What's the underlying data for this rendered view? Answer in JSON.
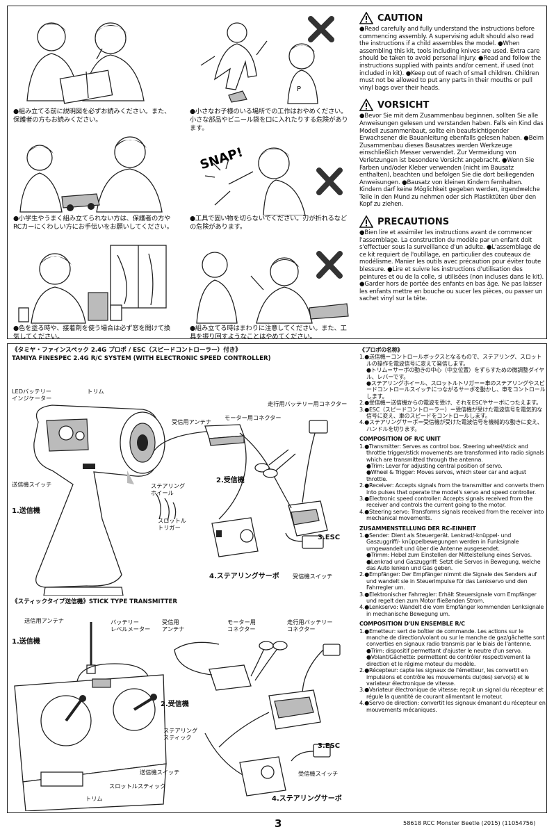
{
  "safety_jp": [
    "●組み立てる前に説明図を必ずお読みください。また、保護者の方もお読みください。",
    "●小さなお子様のいる場所での工作はおやめください。小さな部品やビニール袋を口に入れたりする危険があります。",
    "●小学生やうまく組み立てられない方は、保護者の方やRCカーにくわしい方にお手伝いをお願いしてください。",
    "●工具で固い物を切らないでください。刃が折れるなどの危険があります。",
    "●色を塗る時や、接着剤を使う場合は必ず窓を開けて換気してください。",
    "●組み立てる時はまわりに注意してください。また、工具を振り回すようなことはやめてください。"
  ],
  "snap_text": "SNAP!",
  "caution": {
    "title": "CAUTION",
    "text": "●Read carefully and fully understand the instructions before commencing assembly. A supervising adult should also read the instructions if a child assembles the model. ●When assembling this kit, tools including knives are used. Extra care should be taken to avoid personal injury. ●Read and follow the instructions supplied with paints and/or cement, if used (not included in kit). ●Keep out of reach of small children. Children must not be allowed to put any parts in their mouths or pull vinyl bags over their heads."
  },
  "vorsicht": {
    "title": "VORSICHT",
    "text": "●Bevor Sie mit dem Zusammenbau beginnen, sollten Sie alle Anweisungen gelesen und verstanden haben. Falls ein Kind das Modell zusammenbaut, sollte ein beaufsichtigender Erwachsener die Bauanleitung ebenfalls gelesen haben. ●Beim Zusammenbau dieses Bausatzes werden Werkzeuge einschließlich Messer verwendet. Zur Vermeidung von Verletzungen ist besondere Vorsicht angebracht. ●Wenn Sie Farben und/oder Kleber verwenden (nicht im Bausatz enthalten), beachten und befolgen Sie die dort beiliegenden Anweisungen. ●Bausatz von kleinen Kindern fernhalten. Kindern darf keine Möglichkeit gegeben werden, irgendwelche Teile in den Mund zu nehmen oder sich Plastiktüten über den Kopf zu ziehen."
  },
  "precautions": {
    "title": "PRECAUTIONS",
    "text": "●Bien lire et assimiler les instructions avant de commencer l'assemblage. La construction du modèle par un enfant doit s'effectuer sous la surveillance d'un adulte. ●L'assemblage de ce kit requiert de l'outillage, en particulier des couteaux de modélisme. Manier les outils avec précaution pour éviter toute blessure. ●Lire et suivre les instructions d'utilisation des peintures et ou de la colle, si utilisées (non incluses dans le kit). ●Garder hors de portée des enfants en bas âge. Ne pas laisser les enfants mettre en bouche ou sucer les pièces, ou passer un sachet vinyl sur la tête."
  },
  "system1": {
    "title_jp": "《タミヤ・ファインスペック 2.4G プロポ / ESC（スピードコントローラー）付き》",
    "title_en": "TAMIYA FINESPEC 2.4G R/C SYSTEM (WITH ELECTRONIC SPEED CONTROLLER)",
    "labels": {
      "led": "LEDバッテリー\nインジケーター",
      "trim": "トリム",
      "antenna": "受信用アンテナ",
      "motor": "モーター用コネクター",
      "battery": "走行用バッテリー用コネクター",
      "wheel": "ステアリング\nホイール",
      "receiver": "2.受信機",
      "tx_switch": "送信機スイッチ",
      "transmitter": "1.送信機",
      "throttle": "スロットル\nトリガー",
      "esc": "3.ESC",
      "servo": "4.ステアリングサーボ",
      "rx_switch": "受信機スイッチ"
    }
  },
  "system2": {
    "title": "《スティックタイプ送信機》STICK TYPE TRANSMITTER",
    "labels": {
      "tx_antenna": "送信用アンテナ",
      "battery_meter": "バッテリー\nレベルメーター",
      "rx_antenna": "受信用\nアンテナ",
      "motor": "モーター用\nコネクター",
      "battery": "走行用バッテリー\nコネクター",
      "transmitter": "1.送信機",
      "receiver": "2.受信機",
      "steer_stick": "ステアリング\nスティック",
      "esc": "3.ESC",
      "tx_switch": "送信機スイッチ",
      "rx_switch": "受信機スイッチ",
      "throttle_stick": "スロットルスティック",
      "trim": "トリム",
      "servo": "4.ステアリングサーボ"
    }
  },
  "propo": {
    "title": "《プロポの名称》",
    "items": [
      "1.●送信機＝コントロールボックスとなるもので、ステアリング、スロットルの操作を電波信号に変えて発信します。",
      "●トリム＝サーボの動きの中心（中立位置）をずらすための微調整ダイヤル、レバーです。",
      "●ステアリングホイール、スロットルトリガー＝車のステアリングやスピードコントロールスイッチにつながるサーボを動かし、車をコントロールします。",
      "2.●受信機＝送信機からの電波を受け、それをESCやサーボにつたえます。",
      "3.●ESC（スピードコントローラー）＝受信機が受けた電波信号を電気的な信号に変え、車のスピードをコントロールします。",
      "4.●ステアリングサーボ＝受信機が受けた電波信号を機械的な動きに変え、ハンドルを切ります。"
    ]
  },
  "composition_en": {
    "title": "COMPOSITION OF R/C UNIT",
    "items": [
      "1.●Transmitter: Serves as control box. Steering wheel/stick and throttle trigger/stick movements are transformed into radio signals which are transmitted through the antenna.",
      "●Trim: Lever for adjusting central position of servo.",
      "●Wheel & Trigger: Moves servos, which steer car and adjust throttle.",
      "2.●Receiver: Accepts signals from the transmitter and converts them into pulses that operate the model's servo and speed controller.",
      "3.●Electronic speed controller: Accepts signals received from the receiver and controls the current going to the motor.",
      "4.●Steering servo: Transforms signals received from the receiver into mechanical movements."
    ]
  },
  "composition_de": {
    "title": "ZUSAMMENSTELLUNG DER RC-EINHEIT",
    "items": [
      "1.●Sender: Dient als Steuergerät. Lenkrad/-knüppel- und Gaszuggriff/- knüppelbewegungen werden in Funksignale umgewandelt und über die Antenne ausgesendet.",
      "●Trimm: Hebel zum Einstellen der Mittelstellung eines Servos.",
      "●Lenkrad und Gaszuggriff: Setzt die Servos in Bewegung, welche das Auto lenken und Gas geben.",
      "2.●Empfänger: Der Empfänger nimmt die Signale des Senders auf und wandelt sie in Steuerimpulse für das Lenkservo und den Fahrregler um.",
      "3.●Elektronischer Fahrregler: Erhält Steuersignale vom Empfänger und regelt den zum Motor fließenden Strom.",
      "4.●Lenkservo: Wandelt die vom Empfänger kommenden Lenksignale in mechanische Bewegung um."
    ]
  },
  "composition_fr": {
    "title": "COMPOSITION D'UN ENSEMBLE R/C",
    "items": [
      "1.●Emetteur: sert de boîtier de commande. Les actions sur le manche de direction/volant ou sur le manche de gaz/gâchette sont converties en signaux radio transmis par le biais de l'antenne.",
      "●Trim: dispositif permettant d'ajuster le neutre d'un servo.",
      "●Volant/Gâchette: permettent de contrôler respectivement la direction et le régime moteur du modèle.",
      "2.●Récepteur: capte les signaux de l'émetteur, les convertit en impulsions et contrôle les mouvements du(des) servo(s) et le variateur électronique de vitesse.",
      "3.●Variateur électronique de vitesse: reçoit un signal du récepteur et régule la quantité de courant alimentant le moteur.",
      "4.●Servo de direction: convertit les signaux émanant du récepteur en mouvements mécaniques."
    ]
  },
  "footer": {
    "page": "3",
    "info": "58618 RCC Monster Beetle (2015) (11054756)"
  }
}
